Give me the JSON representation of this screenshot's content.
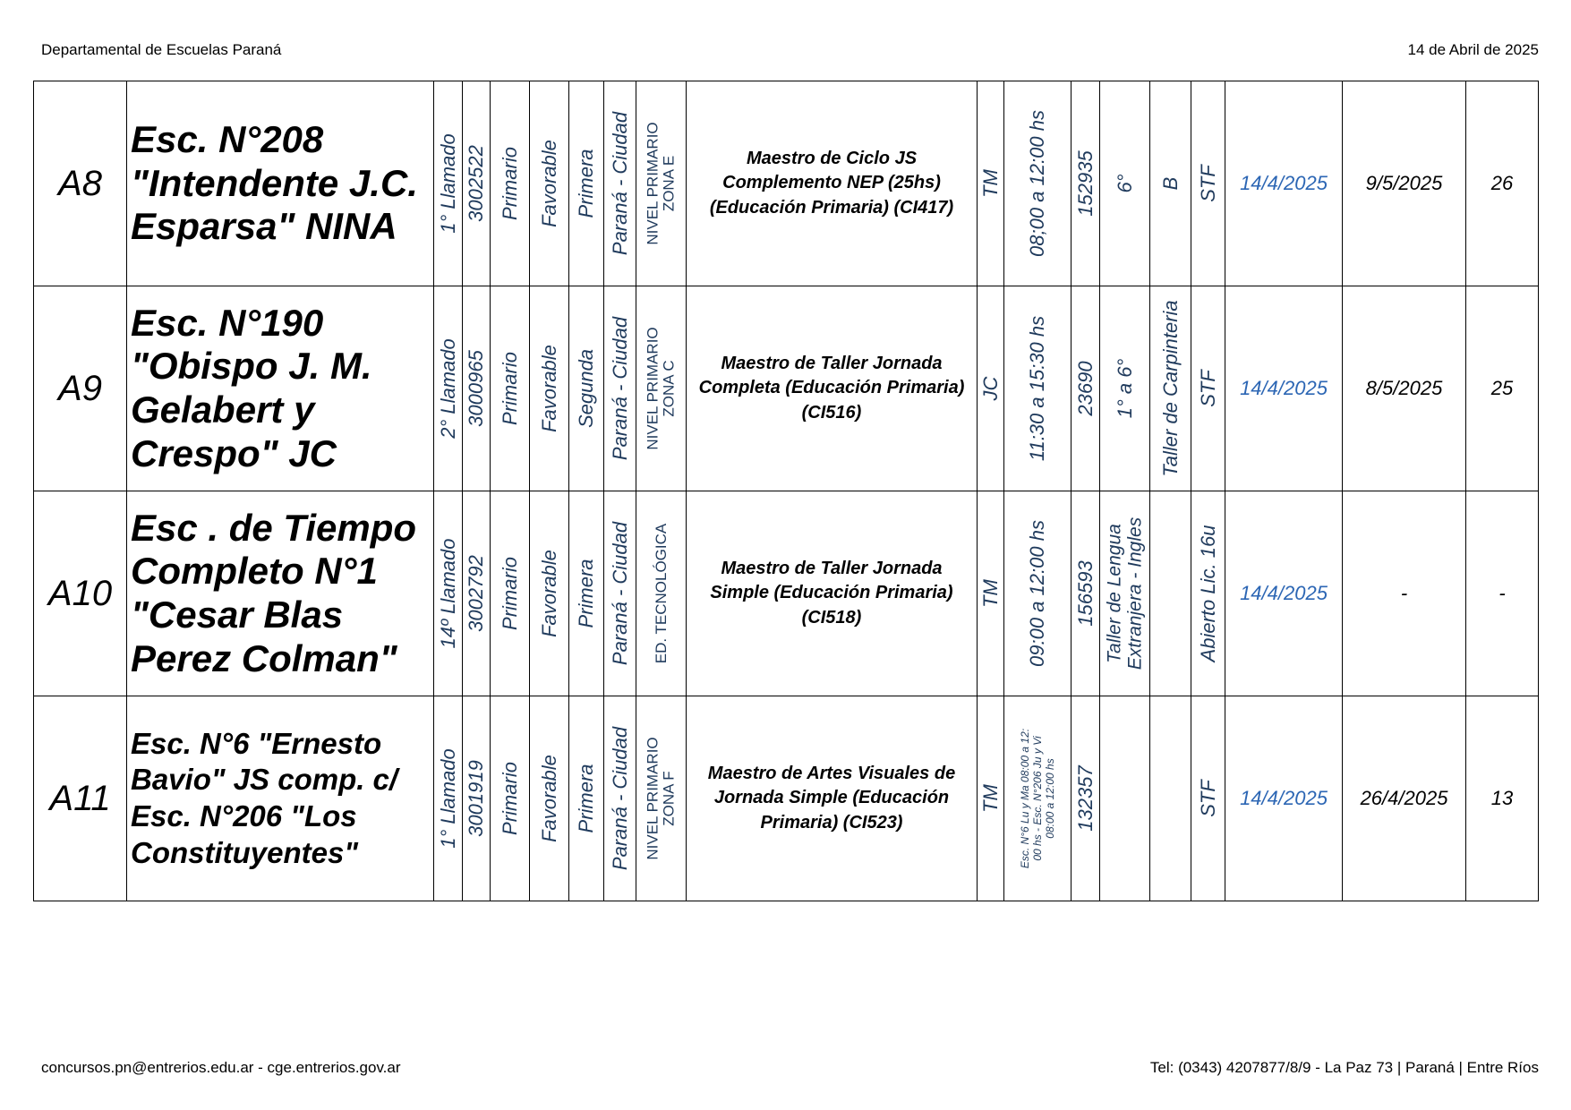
{
  "header": {
    "left": "Departamental de Escuelas Paraná",
    "right": "14 de Abril de 2025"
  },
  "footer": {
    "left": "concursos.pn@entrerios.edu.ar - cge.entrerios.gov.ar",
    "right": "Tel: (0343) 4207877/8/9 - La Paz 73 | Paraná | Entre Ríos"
  },
  "rows": [
    {
      "code": "A8",
      "school": "Esc. N°208 \"Intendente J.C. Esparsa\" NINA",
      "llamado": "1° Llamado",
      "numero": "3002522",
      "nivel": "Primario",
      "dictamen": "Favorable",
      "categoria": "Primera",
      "localidad": "Paraná - Ciudad",
      "zona_1": "NIVEL PRIMARIO",
      "zona_2": "ZONA E",
      "cargo": "Maestro de Ciclo JS Complemento NEP (25hs) (Educación Primaria) (CI417)",
      "turno": "TM",
      "horario_1": "08;00 a 12:00 hs",
      "horario_2": "",
      "horario_3": "",
      "cupof": "152935",
      "grado": "6°",
      "seccion": "B",
      "seccion_2": "",
      "situacion": "STF",
      "fecha_desde": "14/4/2025",
      "fecha_hasta": "9/5/2025",
      "dias": "26"
    },
    {
      "code": "A9",
      "school": "Esc. N°190 \"Obispo J. M. Gelabert y Crespo\" JC",
      "llamado": "2° Llamado",
      "numero": "3000965",
      "nivel": "Primario",
      "dictamen": "Favorable",
      "categoria": "Segunda",
      "localidad": "Paraná - Ciudad",
      "zona_1": "NIVEL PRIMARIO",
      "zona_2": "ZONA C",
      "cargo": "Maestro de Taller Jornada Completa (Educación Primaria) (CI516)",
      "turno": "JC",
      "horario_1": "11:30 a 15:30 hs",
      "horario_2": "",
      "horario_3": "",
      "cupof": "23690",
      "grado": "1° a 6°",
      "seccion": "Taller de Carpinteria",
      "seccion_2": "",
      "situacion": "STF",
      "fecha_desde": "14/4/2025",
      "fecha_hasta": "8/5/2025",
      "dias": "25"
    },
    {
      "code": "A10",
      "school": "Esc . de Tiempo Completo N°1 \"Cesar Blas Perez Colman\"",
      "llamado": "14º Llamado",
      "numero": "3002792",
      "nivel": "Primario",
      "dictamen": "Favorable",
      "categoria": "Primera",
      "localidad": "Paraná - Ciudad",
      "zona_1": "ED. TECNOLÓGICA",
      "zona_2": "",
      "cargo": "Maestro de Taller Jornada Simple (Educación Primaria) (CI518)",
      "turno": "TM",
      "horario_1": "09:00 a 12:00 hs",
      "horario_2": "",
      "horario_3": "",
      "cupof": "156593",
      "grado": "Taller de Lengua",
      "seccion": "Extranjera - Ingles",
      "seccion_2": "",
      "situacion": "Abierto Lic. 16u",
      "fecha_desde": "14/4/2025",
      "fecha_hasta": "-",
      "dias": "-"
    },
    {
      "code": "A11",
      "school": "Esc. N°6 \"Ernesto Bavio\" JS comp. c/ Esc. N°206 \"Los Constituyentes\"",
      "llamado": "1° Llamado",
      "numero": "3001919",
      "nivel": "Primario",
      "dictamen": "Favorable",
      "categoria": "Primera",
      "localidad": "Paraná - Ciudad",
      "zona_1": "NIVEL PRIMARIO",
      "zona_2": "ZONA F",
      "cargo": "Maestro de Artes Visuales de Jornada Simple (Educación Primaria) (CI523)",
      "turno": "TM",
      "horario_1": "Esc. N°6 Lu y Ma 08:00 a 12:",
      "horario_2": "00 hs - Esc. N°206  Ju y Vi",
      "horario_3": "08:00 a 12:00 hs",
      "cupof": "132357",
      "grado": "",
      "seccion": "",
      "seccion_2": "",
      "situacion": "STF",
      "fecha_desde": "14/4/2025",
      "fecha_hasta": "26/4/2025",
      "dias": "13"
    }
  ]
}
